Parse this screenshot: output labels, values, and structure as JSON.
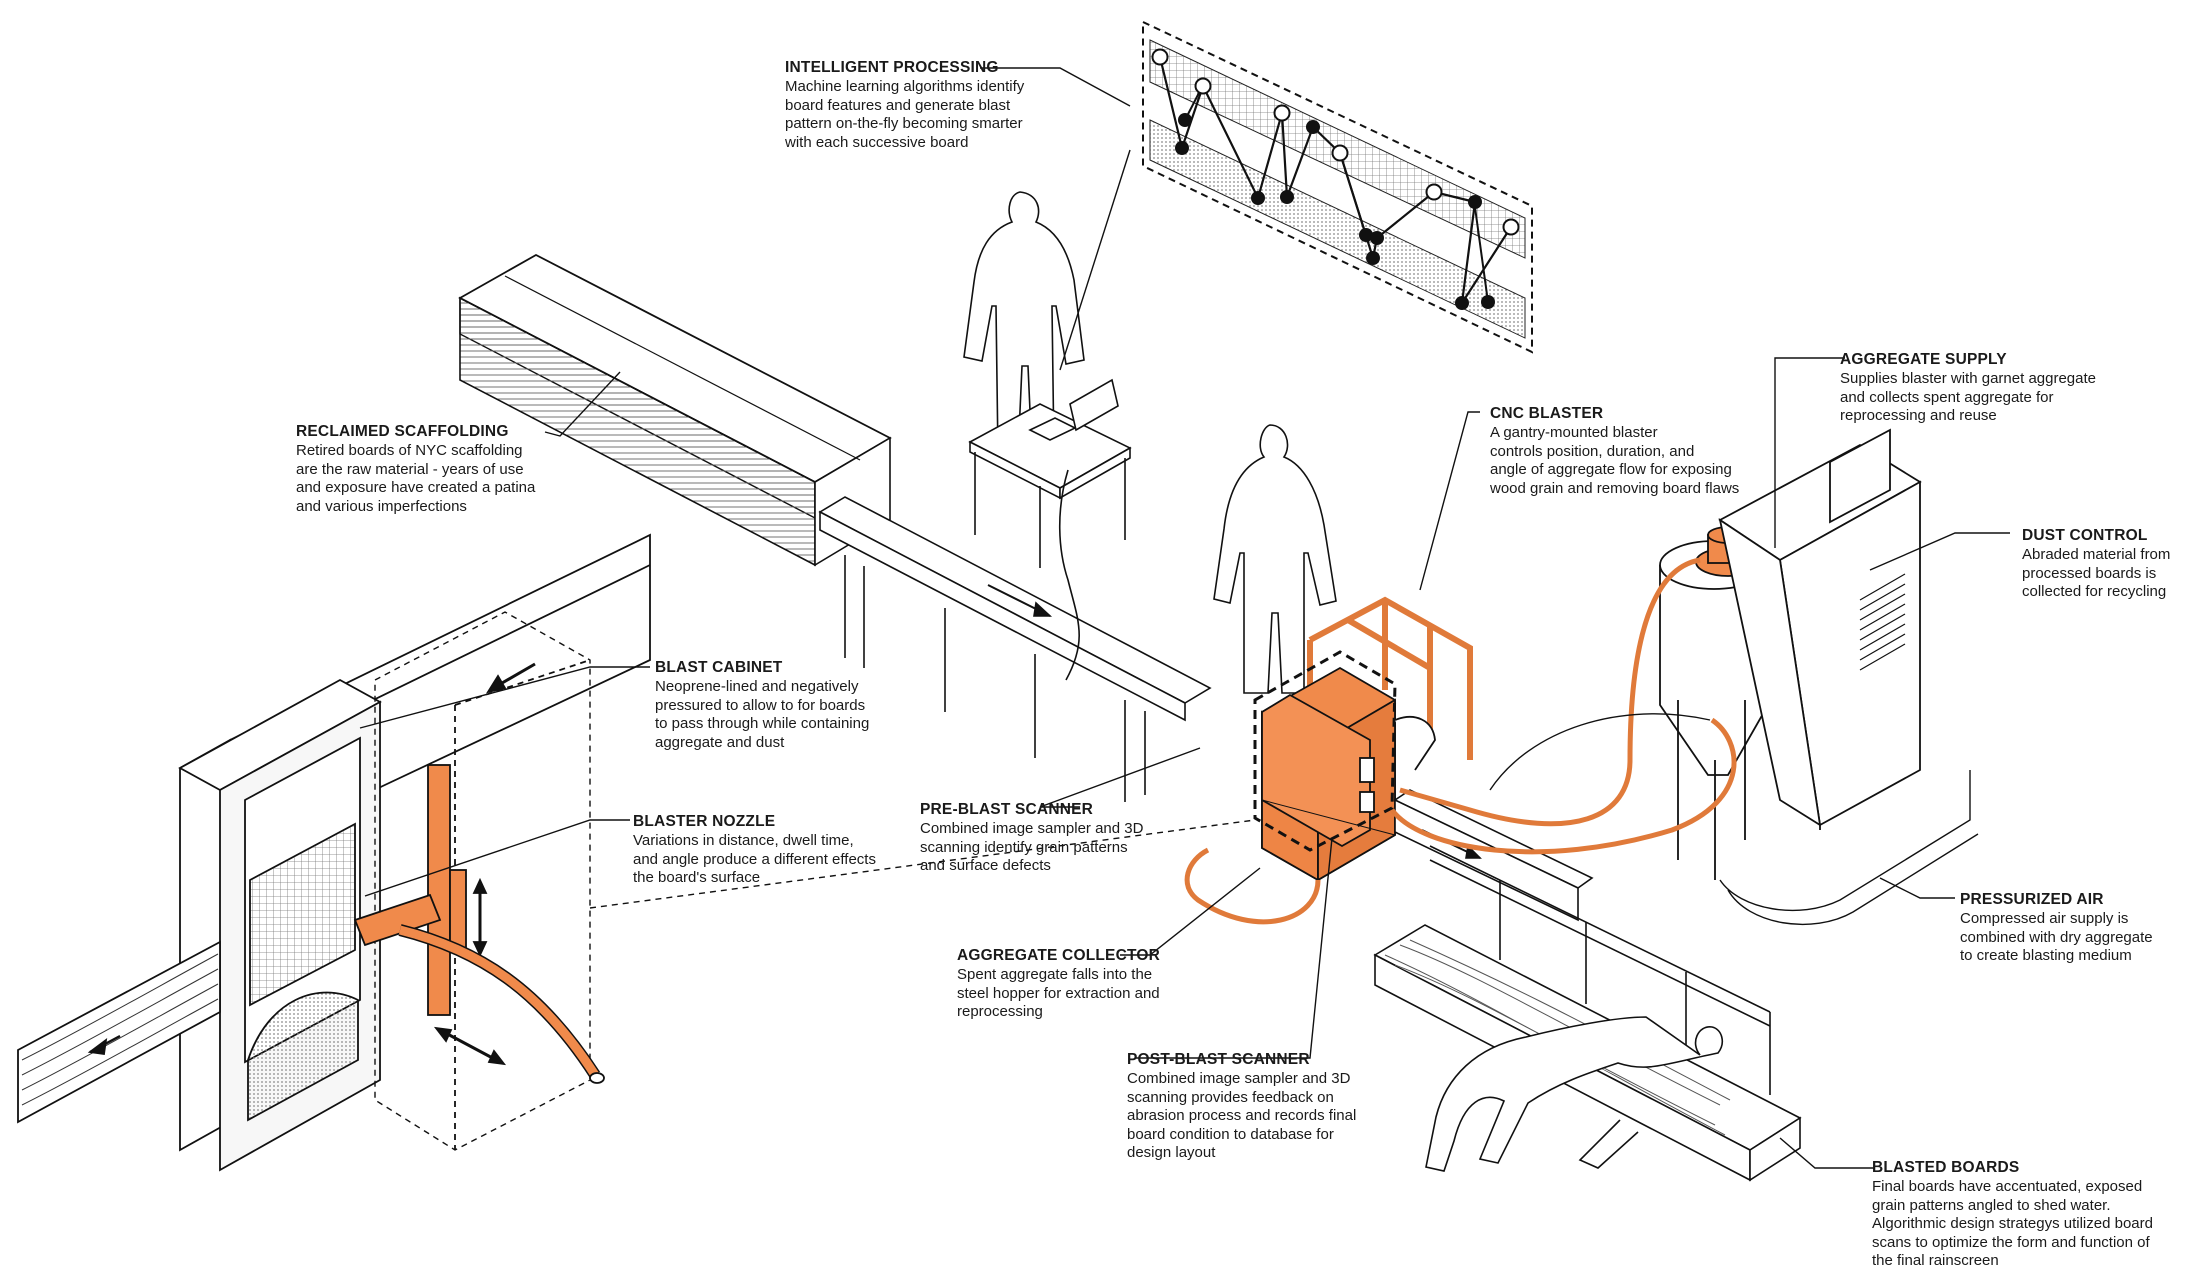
{
  "accent_color": "#f08a4b",
  "callouts": {
    "intelligent_processing": {
      "title": "INTELLIGENT PROCESSING",
      "desc": "Machine learning algorithms identify\nboard features and generate blast\npattern on-the-fly becoming smarter\nwith each successive board"
    },
    "reclaimed_scaffolding": {
      "title": "RECLAIMED SCAFFOLDING",
      "desc": "Retired boards of NYC scaffolding\nare the raw material - years of use\nand exposure have created a patina\nand various imperfections"
    },
    "cnc_blaster": {
      "title": "CNC BLASTER",
      "desc": "A gantry-mounted blaster\ncontrols position, duration, and\nangle of aggregate flow for exposing\nwood grain and removing board flaws"
    },
    "aggregate_supply": {
      "title": "AGGREGATE SUPPLY",
      "desc": "Supplies blaster with garnet aggregate\nand collects spent aggregate for\nreprocessing and reuse"
    },
    "dust_control": {
      "title": "DUST CONTROL",
      "desc": "Abraded material from\nprocessed boards is\ncollected for recycling"
    },
    "blast_cabinet": {
      "title": "BLAST CABINET",
      "desc": "Neoprene-lined and negatively\npressured to allow to for boards\nto pass through while containing\naggregate and dust"
    },
    "blaster_nozzle": {
      "title": "BLASTER NOZZLE",
      "desc": "Variations in distance, dwell time,\nand angle produce a different effects\nthe board's surface"
    },
    "pre_blast_scanner": {
      "title": "PRE-BLAST SCANNER",
      "desc": "Combined image sampler and 3D\nscanning identify grain patterns\nand surface defects"
    },
    "pressurized_air": {
      "title": "PRESSURIZED AIR",
      "desc": "Compressed air supply is\ncombined with dry aggregate\nto create blasting medium"
    },
    "aggregate_collector": {
      "title": "AGGREGATE COLLECTOR",
      "desc": "Spent aggregate falls into the\nsteel hopper for extraction and\nreprocessing"
    },
    "post_blast_scanner": {
      "title": "POST-BLAST SCANNER",
      "desc": "Combined image sampler and 3D\nscanning provides feedback on\nabrasion process and records final\nboard condition to database for\ndesign layout"
    },
    "blasted_boards": {
      "title": "BLASTED BOARDS",
      "desc": "Final boards have accentuated, exposed\ngrain patterns angled to shed water.\nAlgorithmic design strategys utilized board\nscans to optimize the form and function of\nthe final rainscreen"
    }
  }
}
